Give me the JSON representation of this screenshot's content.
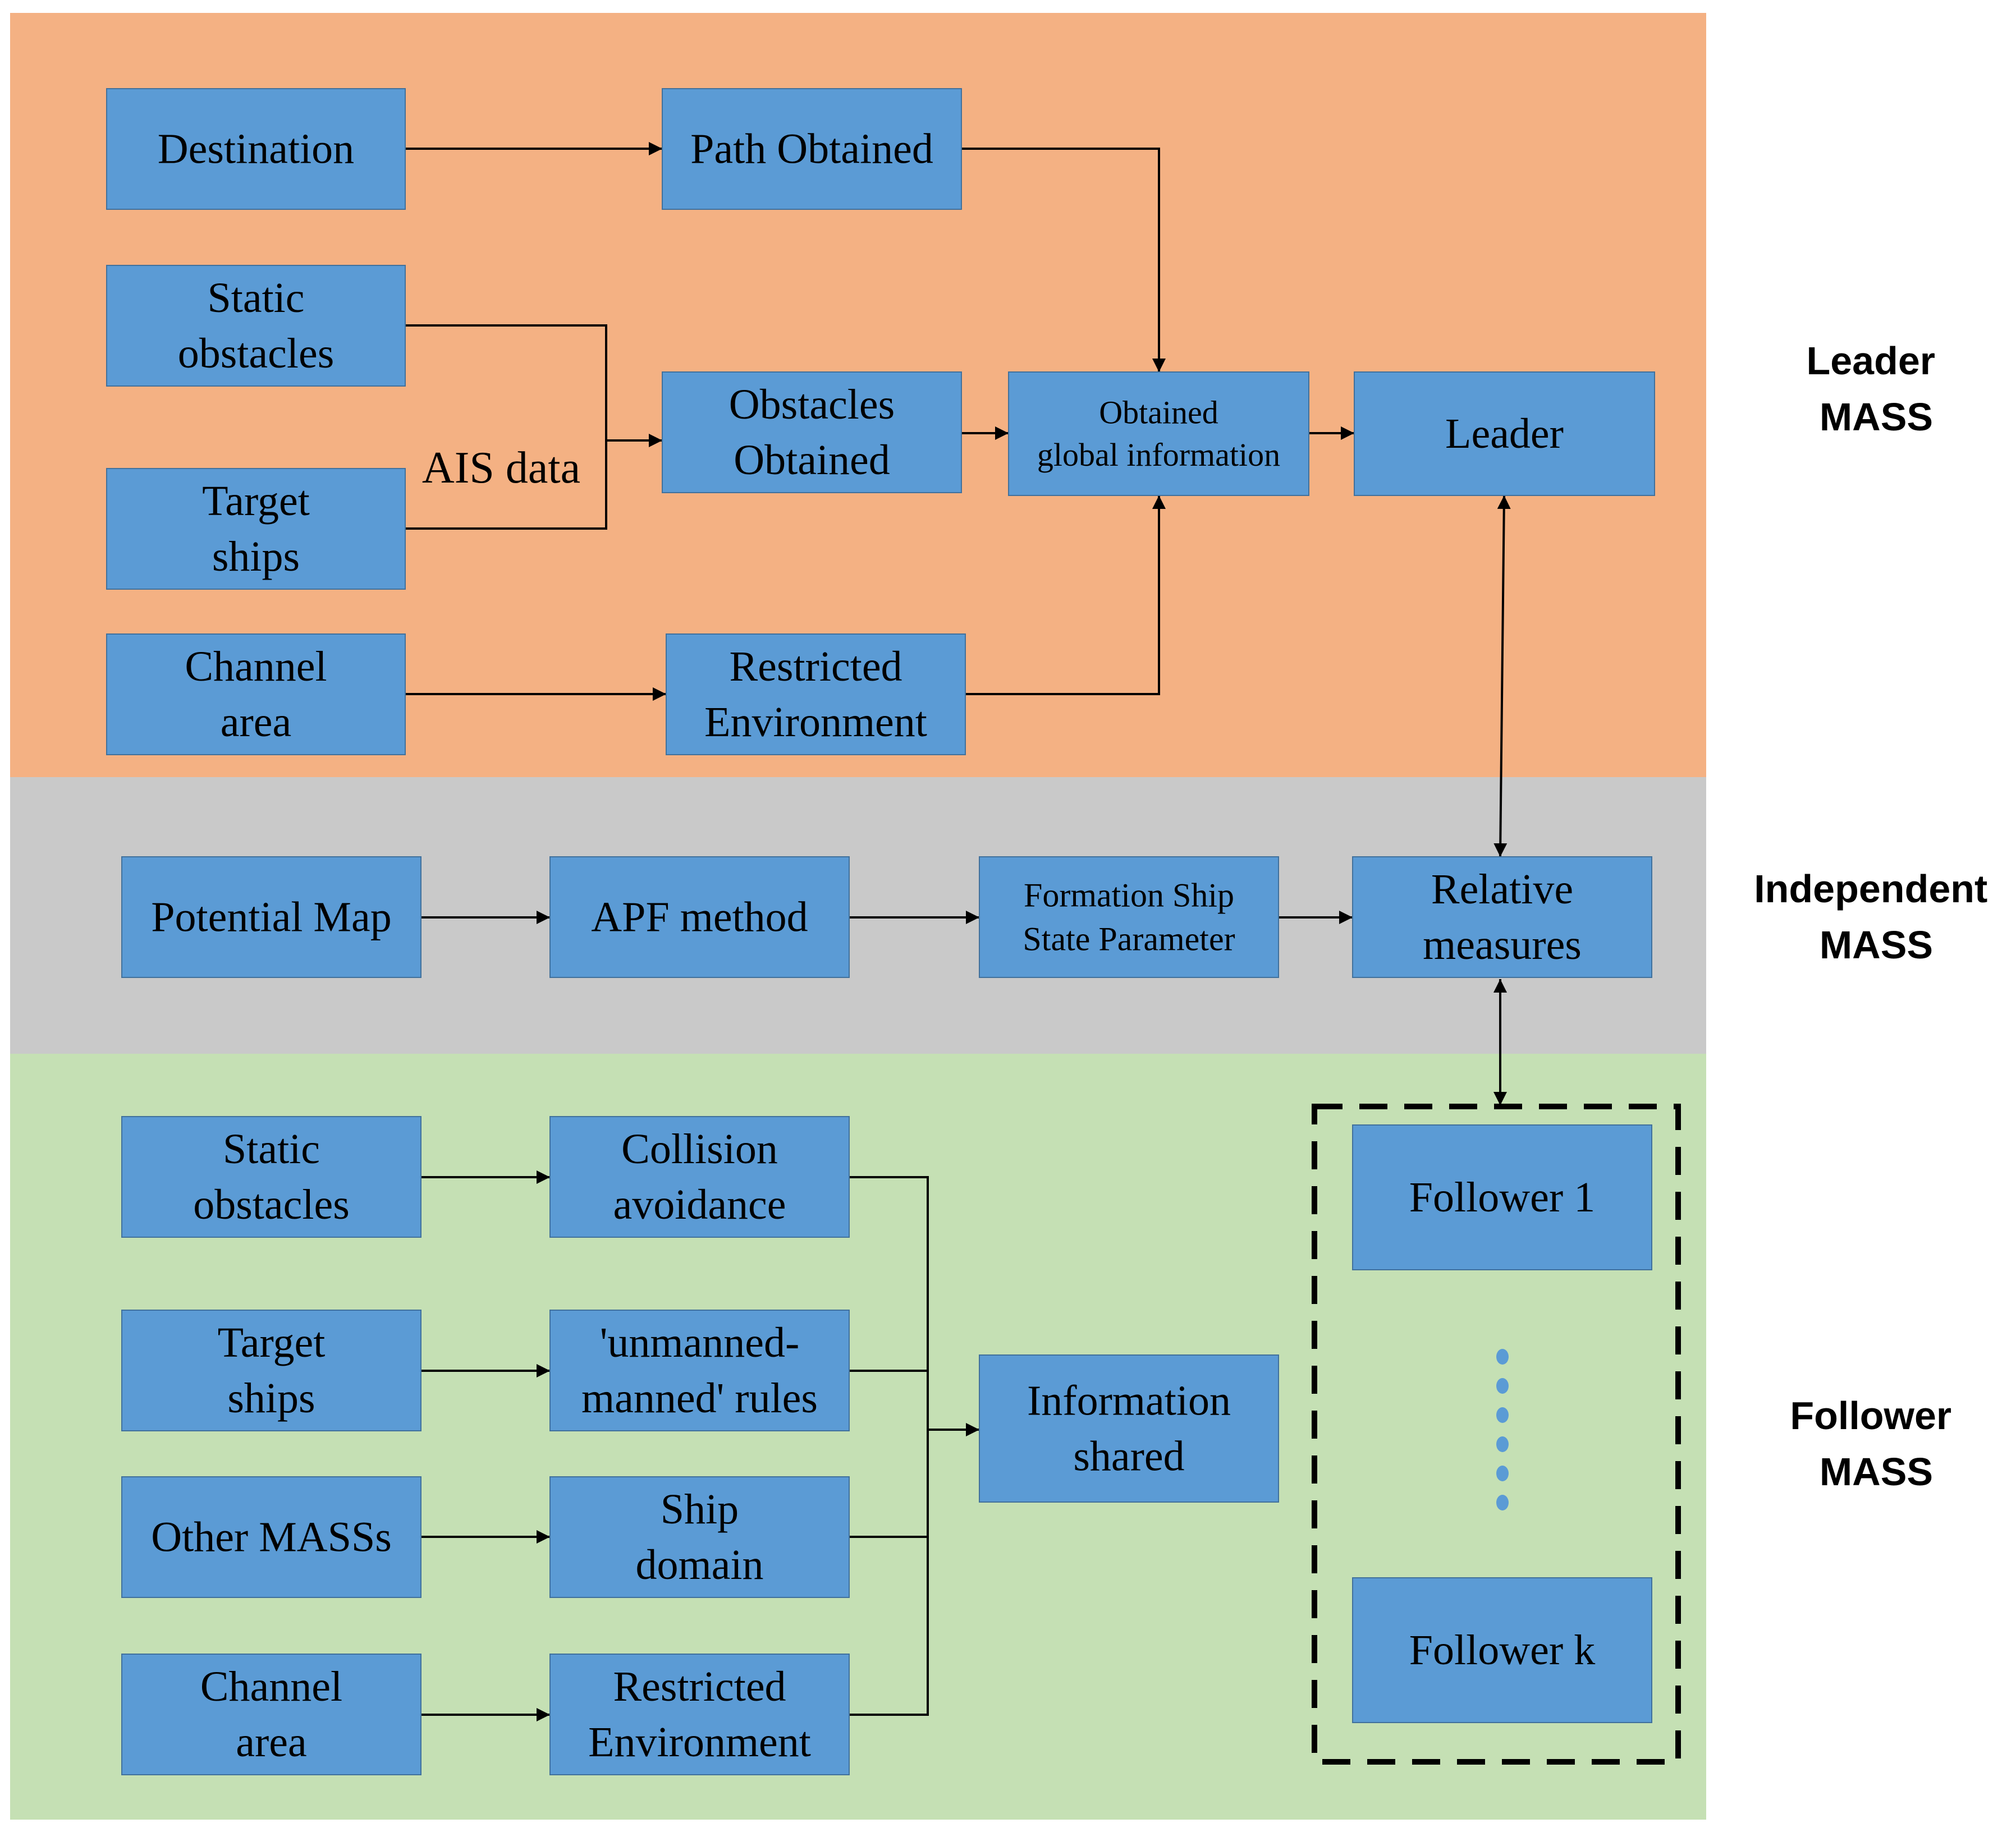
{
  "colors": {
    "leader_band": "#f4b183",
    "independent_band": "#c9c9c9",
    "follower_band": "#c5e0b4",
    "box_fill": "#5b9bd5",
    "box_border": "#41719c",
    "dots": "#5b9bd5"
  },
  "bands": {
    "leader": {
      "label_line1": "Leader",
      "label_line2": "MASS"
    },
    "independent": {
      "label_line1": "Independent",
      "label_line2": "MASS"
    },
    "follower": {
      "label_line1": "Follower",
      "label_line2": "MASS"
    }
  },
  "labels": {
    "ais_data": "AIS data"
  },
  "boxes": {
    "destination": [
      "Destination"
    ],
    "path_obtained": [
      "Path Obtained"
    ],
    "static_obstacles_leader": [
      "Static",
      "obstacles"
    ],
    "target_ships_leader": [
      "Target",
      "ships"
    ],
    "obstacles_obtained": [
      "Obstacles",
      "Obtained"
    ],
    "obtained_global_information": [
      "Obtained",
      "global information"
    ],
    "leader": [
      "Leader"
    ],
    "channel_area_leader": [
      "Channel",
      "area"
    ],
    "restricted_environment_leader": [
      "Restricted",
      "Environment"
    ],
    "potential_map": [
      "Potential Map"
    ],
    "apf_method": [
      "APF method"
    ],
    "formation_ship_state_parameter": [
      "Formation Ship",
      "State Parameter"
    ],
    "relative_measures": [
      "Relative",
      "measures"
    ],
    "static_obstacles_follower": [
      "Static",
      "obstacles"
    ],
    "collision_avoidance": [
      "Collision",
      "avoidance"
    ],
    "target_ships_follower": [
      "Target",
      "ships"
    ],
    "unmanned_manned_rules": [
      "'unmanned-",
      "manned' rules"
    ],
    "other_masss": [
      "Other MASSs"
    ],
    "ship_domain": [
      "Ship",
      "domain"
    ],
    "channel_area_follower": [
      "Channel",
      "area"
    ],
    "restricted_environment_follower": [
      "Restricted",
      "Environment"
    ],
    "information_shared": [
      "Information",
      "shared"
    ],
    "follower_1": [
      "Follower 1"
    ],
    "follower_k": [
      "Follower k"
    ]
  }
}
